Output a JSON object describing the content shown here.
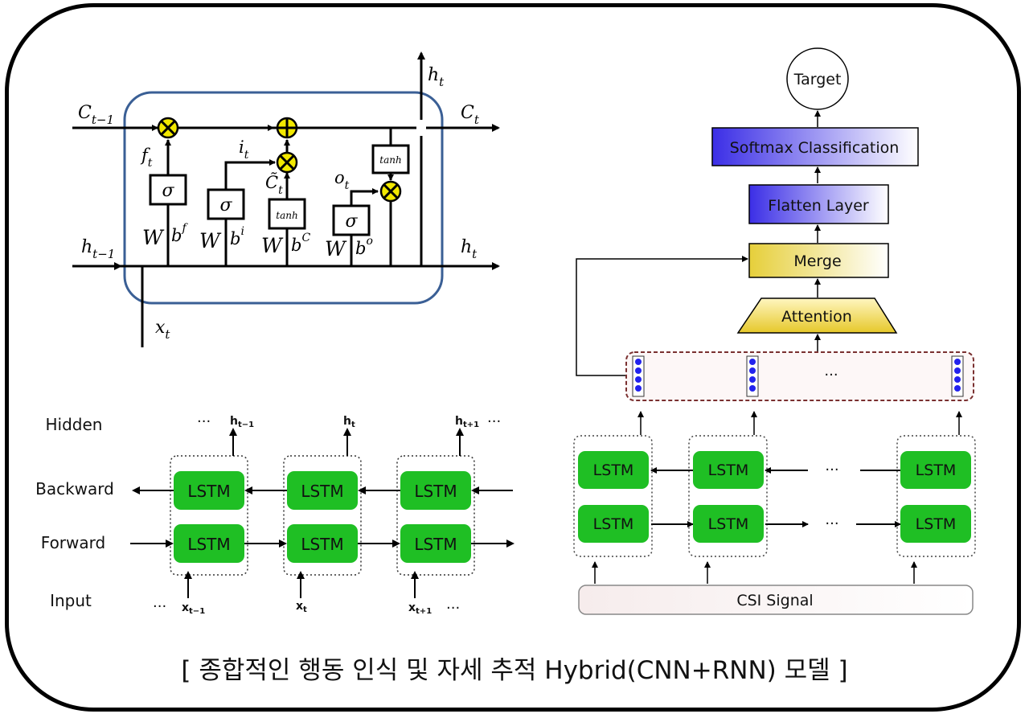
{
  "lstm_cell": {
    "c_prev": "C",
    "c_prev_sub": "t−1",
    "c_out": "C",
    "c_out_sub": "t",
    "h_prev": "h",
    "h_prev_sub": "t−1",
    "h_out": "h",
    "h_out_sub": "t",
    "h_top": "h",
    "h_top_sub": "t",
    "x_in": "x",
    "x_in_sub": "t",
    "f_gate": "f",
    "f_gate_sub": "t",
    "i_gate": "i",
    "i_gate_sub": "t",
    "c_tilde": "C̃",
    "c_tilde_sub": "t",
    "o_gate": "o",
    "o_gate_sub": "t",
    "sigma": "σ",
    "tanh": "tanh",
    "w": "W",
    "b_f": "b",
    "b_f_sup": "f",
    "b_i": "b",
    "b_i_sup": "i",
    "b_c": "b",
    "b_c_sup": "C",
    "b_o": "b",
    "b_o_sup": "o"
  },
  "bilstm": {
    "row_labels": {
      "hidden": "Hidden",
      "backward": "Backward",
      "forward": "Forward",
      "input": "Input"
    },
    "cell_label": "LSTM",
    "ellipsis": "···",
    "hidden_outputs": [
      {
        "base": "h",
        "sub": "t−1"
      },
      {
        "base": "h",
        "sub": "t"
      },
      {
        "base": "h",
        "sub": "t+1"
      }
    ],
    "inputs": [
      {
        "base": "x",
        "sub": "t−1"
      },
      {
        "base": "x",
        "sub": "t"
      },
      {
        "base": "x",
        "sub": "t+1"
      }
    ]
  },
  "hybrid": {
    "target": "Target",
    "softmax": "Softmax Classification",
    "flatten": "Flatten Layer",
    "merge": "Merge",
    "attention": "Attention",
    "feature_ellipsis": "···",
    "cell_label": "LSTM",
    "ellipsis": "···",
    "input": "CSI Signal"
  },
  "caption": "[ 종합적인 행동 인식 및 자세 추적 Hybrid(CNN+RNN) 모델 ]"
}
